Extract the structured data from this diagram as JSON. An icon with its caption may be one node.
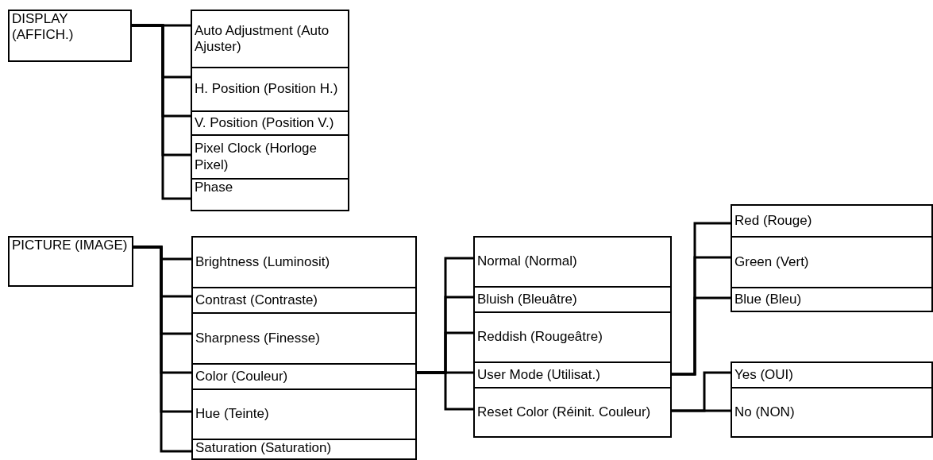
{
  "diagram": {
    "nodes": [
      {
        "text": [
          "DISPLAY (AFFICH.)"
        ]
      },
      {
        "text": [
          "Auto Adjustment (Auto Ajuster)"
        ]
      },
      {
        "text": [
          "H. Position (Position H.)"
        ]
      },
      {
        "text": [
          "V. Position (Position V.)"
        ]
      },
      {
        "text": [
          "Pixel Clock (Horloge Pixel)"
        ]
      },
      {
        "text": [
          "Phase"
        ]
      },
      {
        "text": [
          "PICTURE (IMAGE)"
        ]
      },
      {
        "text": [
          "Brightness (Luminosit)"
        ]
      },
      {
        "text": [
          "Contrast (Contraste)"
        ]
      },
      {
        "text": [
          "Sharpness (Finesse)"
        ]
      },
      {
        "text": [
          "Color (Couleur)"
        ]
      },
      {
        "text": [
          "Hue (Teinte)"
        ]
      },
      {
        "text": [
          "Saturation (Saturation)"
        ]
      },
      {
        "text": [
          "Normal (Normal)"
        ]
      },
      {
        "text": [
          "Bluish (Bleuâtre)"
        ]
      },
      {
        "text": [
          "Reddish (Rougeâtre)"
        ]
      },
      {
        "text": [
          "User Mode (Utilisat.)"
        ]
      },
      {
        "text": [
          "Reset Color (Réinit. Couleur)"
        ]
      },
      {
        "text": [
          "Red (Rouge)"
        ]
      },
      {
        "text": [
          "Green (Vert)"
        ]
      },
      {
        "text": [
          "Blue (Bleu)"
        ]
      },
      {
        "text": [
          "Yes (OUI)"
        ]
      },
      {
        "text": [
          "No (NON)"
        ]
      }
    ],
    "edges": [
      {
        "from": 0,
        "to": 1,
        "arrow": "none"
      },
      {
        "from": 0,
        "to": 2,
        "arrow": "none"
      },
      {
        "from": 0,
        "to": 3,
        "arrow": "none"
      },
      {
        "from": 0,
        "to": 4,
        "arrow": "none"
      },
      {
        "from": 0,
        "to": 5,
        "arrow": "none"
      },
      {
        "from": 6,
        "to": 7,
        "arrow": "none"
      },
      {
        "from": 6,
        "to": 8,
        "arrow": "none"
      },
      {
        "from": 6,
        "to": 9,
        "arrow": "none"
      },
      {
        "from": 6,
        "to": 10,
        "arrow": "none"
      },
      {
        "from": 6,
        "to": 11,
        "arrow": "none"
      },
      {
        "from": 6,
        "to": 12,
        "arrow": "none"
      },
      {
        "from": 10,
        "to": 13,
        "arrow": "none"
      },
      {
        "from": 10,
        "to": 14,
        "arrow": "none"
      },
      {
        "from": 10,
        "to": 15,
        "arrow": "none"
      },
      {
        "from": 10,
        "to": 16,
        "arrow": "none"
      },
      {
        "from": 10,
        "to": 17,
        "arrow": "none"
      },
      {
        "from": 16,
        "to": 18,
        "arrow": "none"
      },
      {
        "from": 16,
        "to": 19,
        "arrow": "none"
      },
      {
        "from": 16,
        "to": 20,
        "arrow": "none"
      },
      {
        "from": 17,
        "to": 21,
        "arrow": "none"
      },
      {
        "from": 17,
        "to": 22,
        "arrow": "none"
      }
    ]
  }
}
